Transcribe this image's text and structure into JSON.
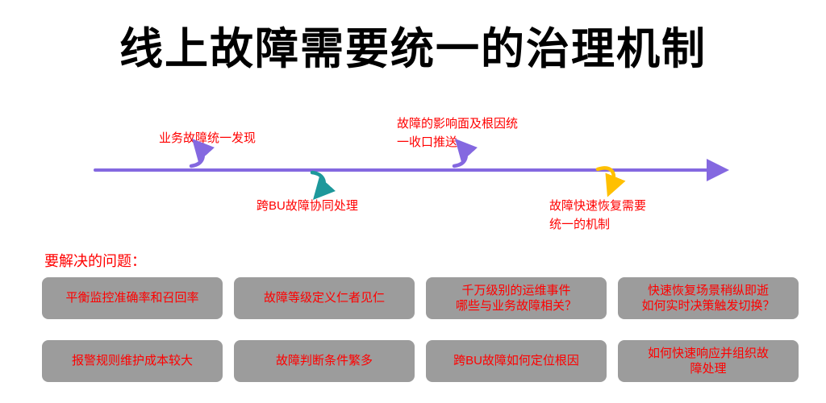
{
  "title": "线上故障需要统一的治理机制",
  "timeline": {
    "events": [
      {
        "label": "业务故障统一发现",
        "position": "above"
      },
      {
        "label": "跨BU故障协同处理",
        "position": "below"
      },
      {
        "label": "故障的影响面及根因统\n一收口推送",
        "position": "above"
      },
      {
        "label": "故障快速恢复需要\n统一的机制",
        "position": "below"
      }
    ]
  },
  "problems": {
    "heading": "要解决的问题：",
    "items": [
      "平衡监控准确率和召回率",
      "故障等级定义仁者见仁",
      "千万级别的运维事件\n哪些与业务故障相关？",
      "快速恢复场景稍纵即逝\n如何实时决策触发切换？",
      "报警规则维护成本较大",
      "故障判断条件繁多",
      "跨BU故障如何定位根因",
      "如何快速响应并组织故\n障处理"
    ]
  },
  "colors": {
    "accent_red": "#ff0000",
    "axis_purple": "#8468e0",
    "arrow_teal": "#1d989b",
    "arrow_yellow": "#ffc000",
    "card_gray": "#9c9c9c",
    "title_black": "#000000"
  }
}
